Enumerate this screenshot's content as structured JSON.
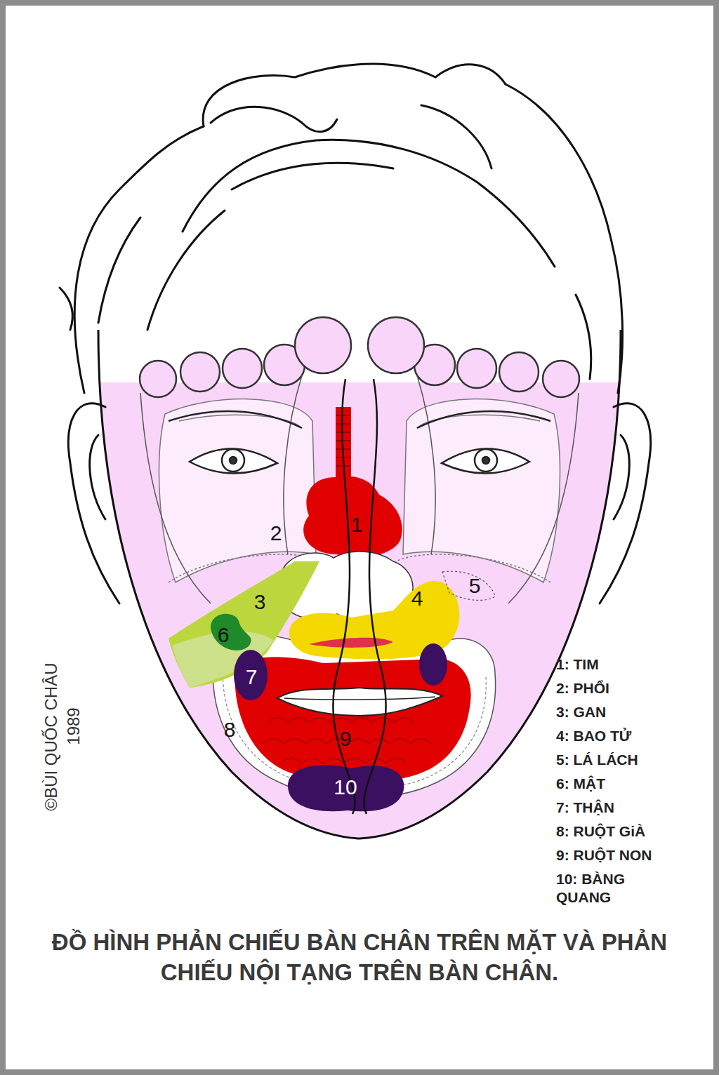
{
  "diagram": {
    "title": "ĐỒ HÌNH PHẢN CHIẾU BÀN CHÂN TRÊN MẶT VÀ PHẢN CHIẾU NỘI TẠNG TRÊN BÀN CHÂN.",
    "labels": [
      "1",
      "2",
      "3",
      "4",
      "5",
      "6",
      "7",
      "8",
      "9",
      "10",
      "1: TIM",
      "2: PHỔI",
      "3: GAN",
      "4: BAO TỬ",
      "5: LÁ LÁCH",
      "6: MẬT",
      "7: THẬN",
      "8: RUỘT GiÀ",
      "9: RUỘT NON",
      "10: BÀNG QUANG",
      "©BÙI QUỐC CHÂU",
      "1989"
    ]
  }
}
